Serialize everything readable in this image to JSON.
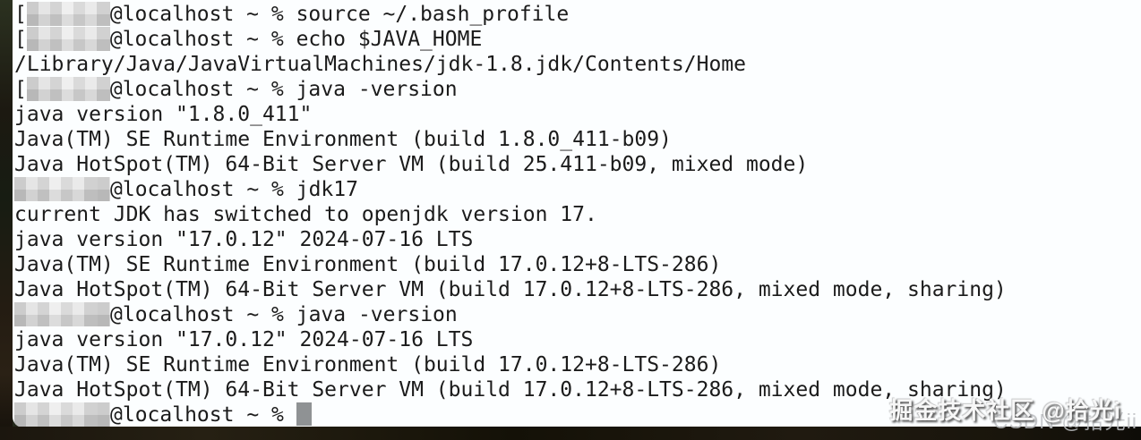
{
  "terminal": {
    "host_prompt": "@localhost ~ %",
    "redacted_username": "(pixelated username)",
    "lines": [
      {
        "kind": "prompt",
        "bracket": "[",
        "command": "source ~/.bash_profile"
      },
      {
        "kind": "prompt",
        "bracket": "[",
        "command": "echo $JAVA_HOME"
      },
      {
        "kind": "output",
        "text": "/Library/Java/JavaVirtualMachines/jdk-1.8.jdk/Contents/Home"
      },
      {
        "kind": "prompt",
        "bracket": "[",
        "command": "java -version"
      },
      {
        "kind": "output",
        "text": "java version \"1.8.0_411\""
      },
      {
        "kind": "output",
        "text": "Java(TM) SE Runtime Environment (build 1.8.0_411-b09)"
      },
      {
        "kind": "output",
        "text": "Java HotSpot(TM) 64-Bit Server VM (build 25.411-b09, mixed mode)"
      },
      {
        "kind": "prompt",
        "bracket": "",
        "command": "jdk17"
      },
      {
        "kind": "output",
        "text": "current JDK has switched to openjdk version 17."
      },
      {
        "kind": "output",
        "text": "java version \"17.0.12\" 2024-07-16 LTS"
      },
      {
        "kind": "output",
        "text": "Java(TM) SE Runtime Environment (build 17.0.12+8-LTS-286)"
      },
      {
        "kind": "output",
        "text": "Java HotSpot(TM) 64-Bit Server VM (build 17.0.12+8-LTS-286, mixed mode, sharing)"
      },
      {
        "kind": "prompt",
        "bracket": "",
        "command": "java -version"
      },
      {
        "kind": "output",
        "text": "java version \"17.0.12\" 2024-07-16 LTS"
      },
      {
        "kind": "output",
        "text": "Java(TM) SE Runtime Environment (build 17.0.12+8-LTS-286)"
      },
      {
        "kind": "output",
        "text": "Java HotSpot(TM) 64-Bit Server VM (build 17.0.12+8-LTS-286, mixed mode, sharing)"
      },
      {
        "kind": "prompt",
        "bracket": "",
        "command": "",
        "cursor": true
      }
    ]
  },
  "watermark": {
    "primary": "掘金技术社区 @拾光i",
    "secondary": "CSDN @拾光ii"
  },
  "colors": {
    "terminal_bg": "#fcfeff",
    "terminal_text": "#1b1b1b",
    "cursor": "#8f9294",
    "redaction_gray": "#d6d6d6",
    "wallpaper_dark": "#1b170f",
    "watermark_primary": "#f7f7f7",
    "watermark_secondary": "#bec1c4"
  }
}
